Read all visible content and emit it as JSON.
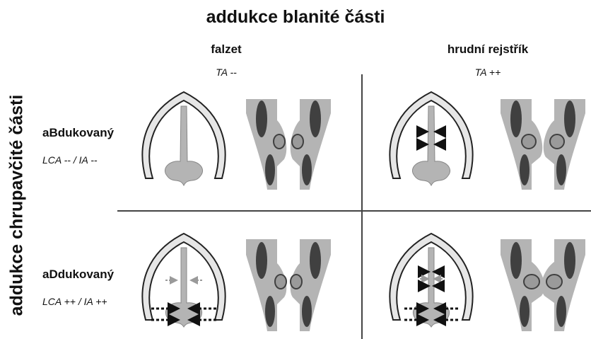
{
  "title": "addukce blanité části",
  "side_title": "addukce chrupavčité části",
  "columns": [
    {
      "label": "falzet",
      "sublabel": "TA --"
    },
    {
      "label": "hrudní rejstřík",
      "sublabel": "TA ++"
    }
  ],
  "rows": [
    {
      "label": "aBdukovaný",
      "sublabel": "LCA -- / IA --"
    },
    {
      "label": "aDdukovaný",
      "sublabel": "LCA ++ / IA ++"
    }
  ],
  "colors": {
    "light_gray": "#b4b4b4",
    "mid_gray": "#9a9a9a",
    "dark_gray": "#404040",
    "outline": "#222222"
  }
}
